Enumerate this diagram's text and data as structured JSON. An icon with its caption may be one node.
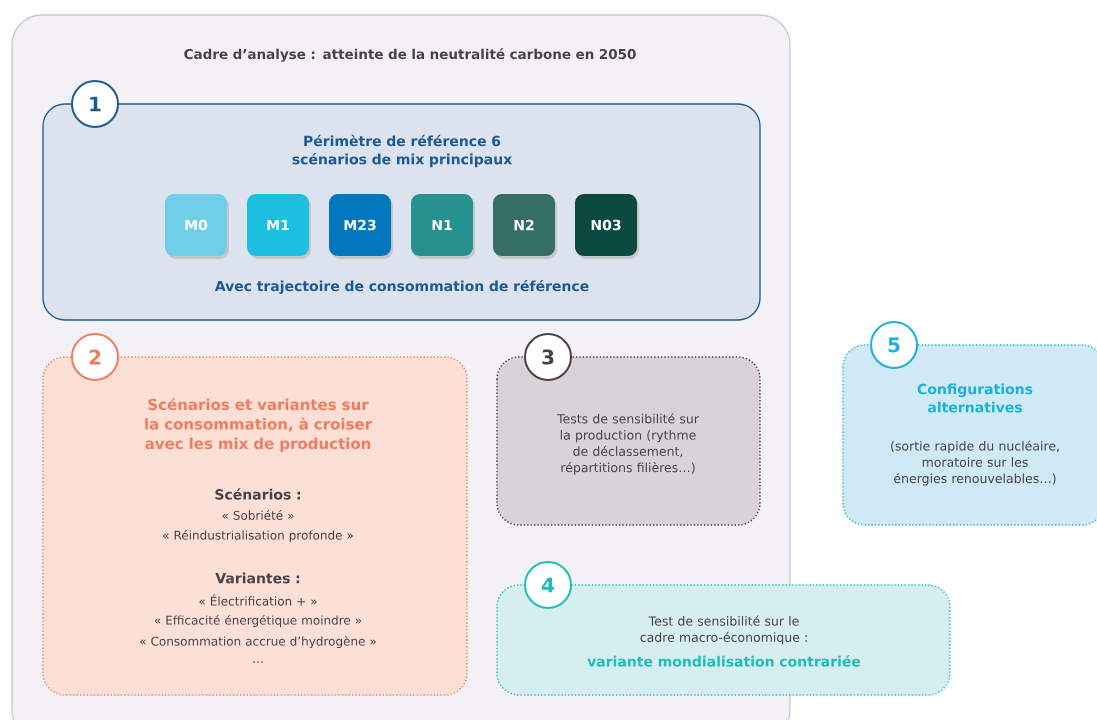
{
  "diagram": {
    "nodes": [
      {
        "text": [
          "Cadre d’analyse : atteinte de la neutralité carbone en 2050"
        ]
      },
      {
        "text": [
          "1"
        ],
        "in": 0
      },
      {
        "text": [
          "Périmètre de référence 6 scénarios de mix principaux",
          "Avec trajectoire de consommation de référence"
        ],
        "in": 0
      },
      {
        "text": [
          "M0"
        ],
        "in": 2
      },
      {
        "text": [
          "M1"
        ],
        "in": 2
      },
      {
        "text": [
          "M23"
        ],
        "in": 2
      },
      {
        "text": [
          "N1"
        ],
        "in": 2
      },
      {
        "text": [
          "N2"
        ],
        "in": 2
      },
      {
        "text": [
          "N03"
        ],
        "in": 2
      },
      {
        "text": [
          "2"
        ],
        "in": 0
      },
      {
        "text": [
          "Scénarios et variantes sur la consommation, à croiser avec les mix de production",
          "Scénarios :",
          "« Sobriété »",
          "« Réindustrialisation profonde »",
          "Variantes :",
          "« Électrification + »",
          "« Efficacité énergétique moindre »",
          "« Consommation accrue d’hydrogène »",
          "…"
        ],
        "in": 0
      },
      {
        "text": [
          "3"
        ],
        "in": 0
      },
      {
        "text": [
          "Tests de sensibilité sur la production (rythme de déclassement, répartitions filières…)"
        ],
        "in": 0
      },
      {
        "text": [
          "4"
        ],
        "in": 0
      },
      {
        "text": [
          "Test de sensibilité sur le cadre macro-économique :",
          "variante mondialisation contrariée"
        ]
      },
      {
        "text": [
          "5"
        ]
      },
      {
        "text": [
          "Configurations alternatives",
          "(sortie rapide du nucléaire, moratoire sur les énergies renouvelables…)"
        ]
      }
    ]
  }
}
